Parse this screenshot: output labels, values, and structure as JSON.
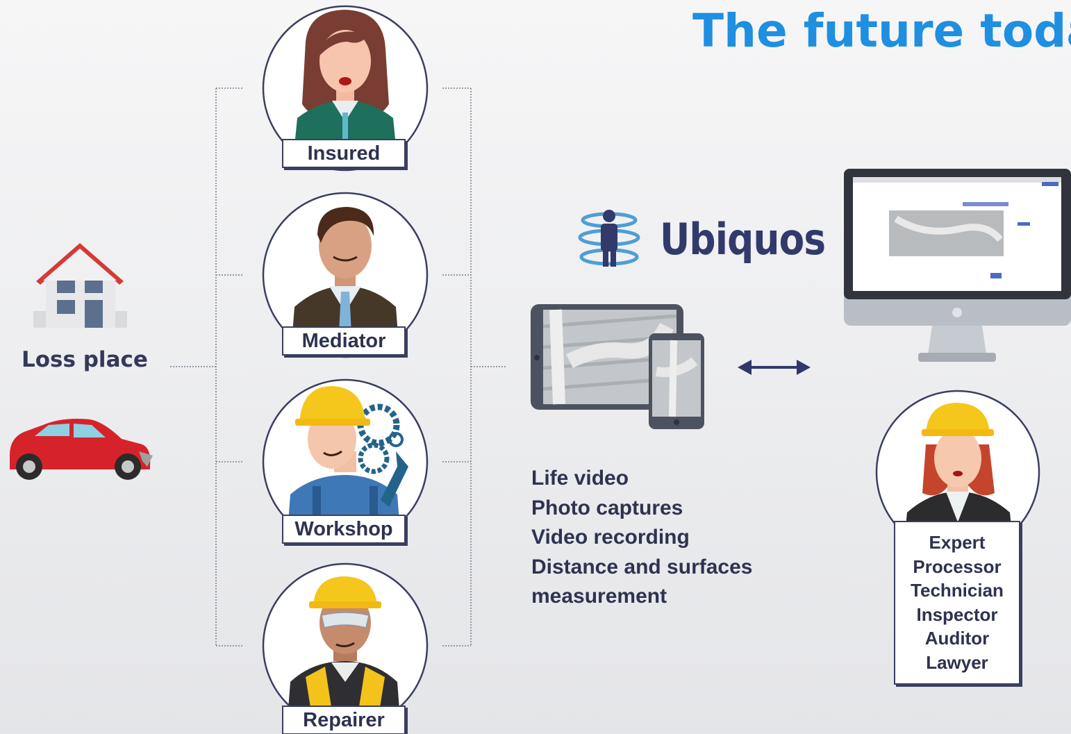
{
  "title": "The future toda",
  "loss_place": "Loss place",
  "brand": {
    "name": "Ubiquos",
    "logo_icon": "person-rings-icon"
  },
  "roles": [
    {
      "label": "Insured",
      "icon": "woman-avatar-icon"
    },
    {
      "label": "Mediator",
      "icon": "man-suit-avatar-icon"
    },
    {
      "label": "Workshop",
      "icon": "mechanic-avatar-icon"
    },
    {
      "label": "Repairer",
      "icon": "worker-vest-avatar-icon"
    }
  ],
  "features": [
    "Life video",
    "Photo captures",
    "Video recording",
    "Distance and surfaces",
    "measurement"
  ],
  "experts": [
    "Expert",
    "Processor",
    "Technician",
    "Inspector",
    "Auditor",
    "Lawyer"
  ],
  "icons": {
    "house": "house-icon",
    "car": "damaged-car-icon",
    "devices": "tablet-phone-icon",
    "monitor": "desktop-monitor-icon",
    "arrow": "double-arrow-icon"
  },
  "colors": {
    "title": "#1f8fe1",
    "text": "#2e3250",
    "box_border": "#3a3e60"
  }
}
